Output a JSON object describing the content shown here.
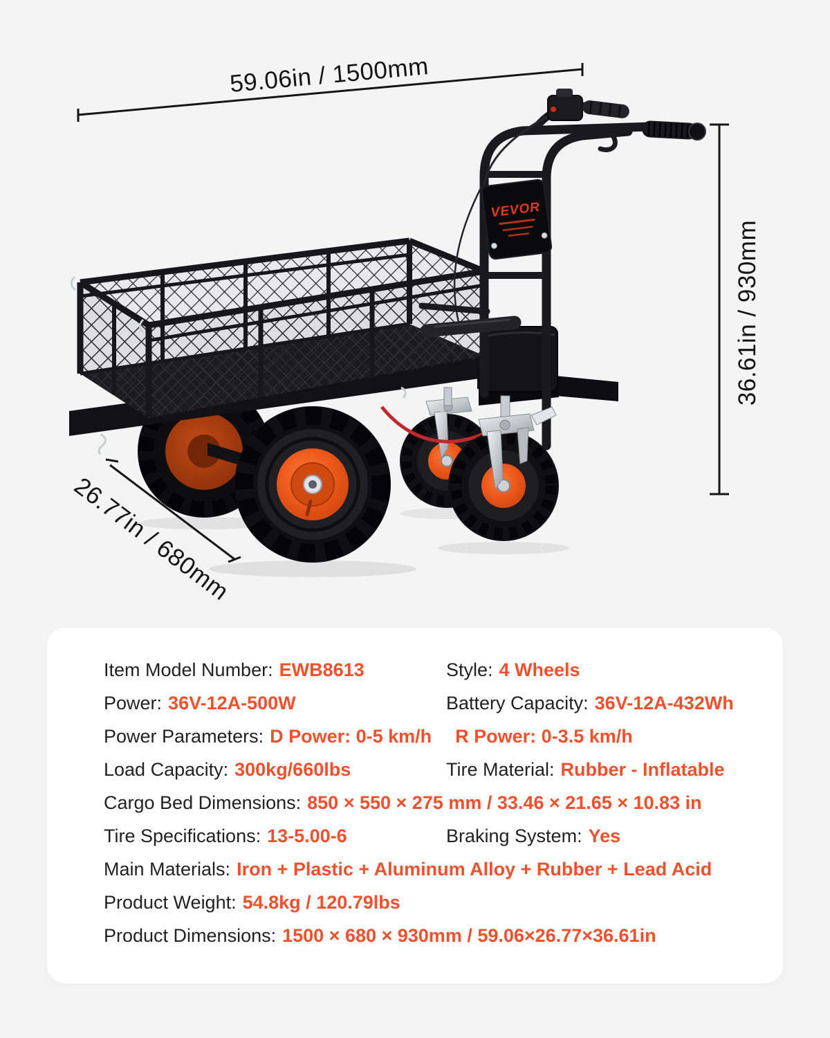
{
  "page": {
    "background": "#f4f4f5",
    "accent_orange": "#f1502d",
    "ink": "#141414"
  },
  "product": {
    "brand": "VEVOR",
    "illustration": "electric-utility-wheelbarrow-cart with mesh cargo bed, 4 wheels (2 tractor wheels with orange hubs, 2 chrome swivel casters), push handle with throttle control",
    "hub_orange": "#ee5a1b",
    "frame_black": "#17171a",
    "chrome": "#cdd1d6"
  },
  "dimensions": {
    "length_label": "59.06in / 1500mm",
    "width_label": "26.77in / 680mm",
    "height_label": "36.61in / 930mm"
  },
  "specs": {
    "rows": [
      {
        "left_label": "Item Model Number:",
        "left_value": "EWB8613",
        "right_label": "Style:",
        "right_value": "4 Wheels"
      },
      {
        "left_label": "Power:",
        "left_value": "36V-12A-500W",
        "right_label": "Battery Capacity:",
        "right_value": "36V-12A-432Wh"
      },
      {
        "left_label": "Power Parameters:",
        "left_value": "D Power: 0-5 km/h",
        "extra_value": "R Power: 0-3.5 km/h"
      },
      {
        "left_label": "Load Capacity:",
        "left_value": "300kg/660lbs",
        "right_label": "Tire Material:",
        "right_value": "Rubber - Inflatable"
      },
      {
        "left_label": "Cargo Bed Dimensions:",
        "left_value": "850 × 550 × 275 mm / 33.46 × 21.65 × 10.83 in"
      },
      {
        "left_label": "Tire Specifications:",
        "left_value": "13-5.00-6",
        "right_label": "Braking System:",
        "right_value": "Yes"
      },
      {
        "left_label": "Main Materials:",
        "left_value": "Iron + Plastic + Aluminum Alloy + Rubber + Lead Acid"
      },
      {
        "left_label": "Product Weight:",
        "left_value": "54.8kg / 120.79lbs"
      },
      {
        "left_label": "Product Dimensions:",
        "left_value": "1500 × 680 × 930mm / 59.06×26.77×36.61in"
      }
    ]
  }
}
